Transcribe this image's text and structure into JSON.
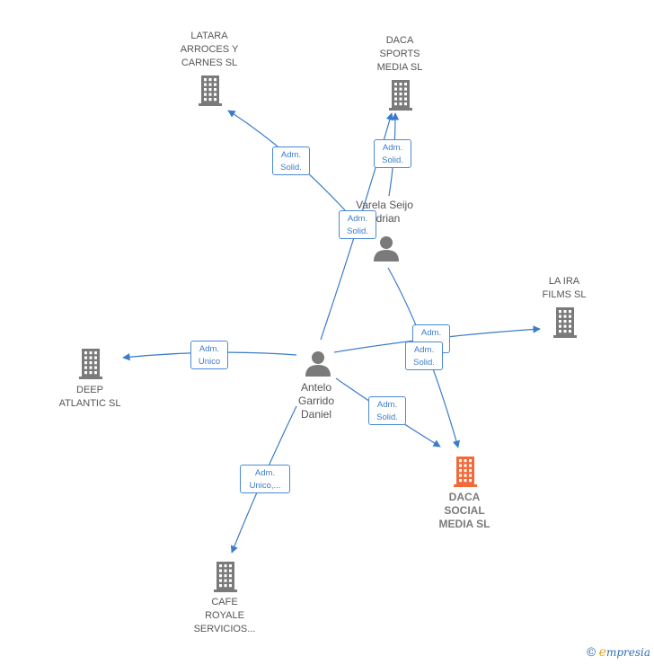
{
  "colors": {
    "edge": "#3b7cc9",
    "company": "#7a7a7a",
    "focus_company": "#f26a3a",
    "person": "#7a7a7a"
  },
  "companies": [
    {
      "id": "latara",
      "label": "LATARA\nARROCES Y\nCARNES  SL",
      "icon": "building-icon",
      "focus": false
    },
    {
      "id": "daca_sports",
      "label": "DACA\nSPORTS\nMEDIA  SL",
      "icon": "building-icon",
      "focus": false
    },
    {
      "id": "la_ira",
      "label": "LA IRA\nFILMS  SL",
      "icon": "building-icon",
      "focus": false
    },
    {
      "id": "deep_atlantic",
      "label": "DEEP\nATLANTIC SL",
      "icon": "building-icon",
      "focus": false
    },
    {
      "id": "daca_social",
      "label": "DACA\nSOCIAL\nMEDIA  SL",
      "icon": "building-icon",
      "focus": true
    },
    {
      "id": "cafe_royale",
      "label": "CAFE\nROYALE\nSERVICIOS...",
      "icon": "building-icon",
      "focus": false
    }
  ],
  "people": [
    {
      "id": "varela",
      "label": "Varela Seijo\nAdrian",
      "icon": "person-icon"
    },
    {
      "id": "antelo",
      "label": "Antelo\nGarrido\nDaniel",
      "icon": "person-icon"
    }
  ],
  "edges": [
    {
      "id": "antelo-latara",
      "label": "Adm.\nSolid."
    },
    {
      "id": "varela-daca_sports",
      "label": "Adm.\nSolid."
    },
    {
      "id": "antelo-daca_sports",
      "label": "Adm.\nSolid."
    },
    {
      "id": "antelo-deep_atlantic",
      "label": "Adm.\nUnico"
    },
    {
      "id": "antelo-la_ira",
      "label": "Adm.\nSolid."
    },
    {
      "id": "varela-daca_social",
      "label": "Adm.\nSolid."
    },
    {
      "id": "antelo-daca_social",
      "label": "Adm.\nSolid."
    },
    {
      "id": "antelo-cafe_royale",
      "label": "Adm.\nUnico,..."
    }
  ],
  "watermark": {
    "symbol": "©",
    "brand_initial": "e",
    "brand_rest": "mpresia"
  }
}
